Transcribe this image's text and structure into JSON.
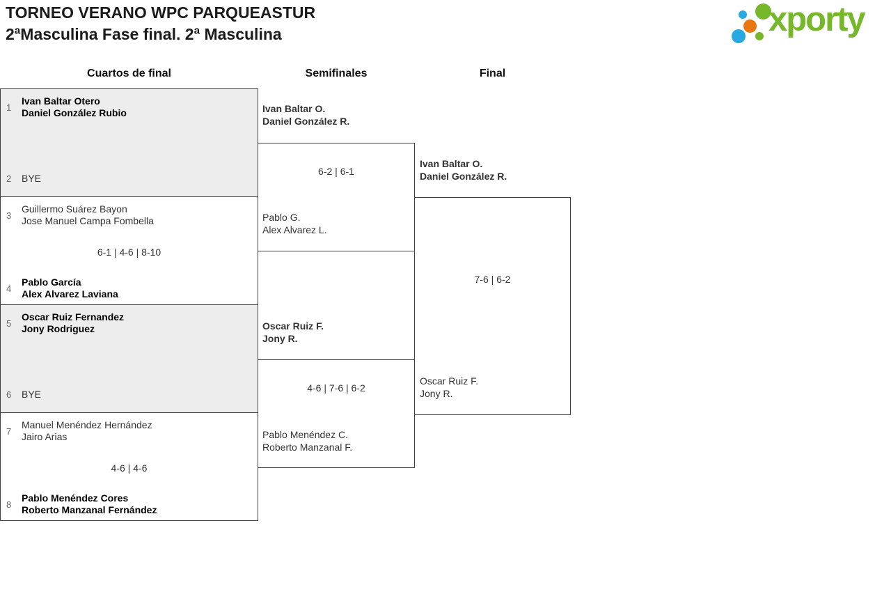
{
  "header": {
    "title": "TORNEO VERANO WPC PARQUEASTUR",
    "subtitle": "2ªMasculina Fase final. 2ª Masculina"
  },
  "logo": {
    "wordmark": "xporty",
    "brand_colors": {
      "green": "#76b82a",
      "blue": "#29a9e1",
      "orange": "#e87611"
    }
  },
  "round_headers": {
    "quarterfinals": "Cuartos de final",
    "semifinals": "Semifinales",
    "final": "Final"
  },
  "bracket": {
    "quarterfinals": [
      {
        "seed_top": "1",
        "team_top": [
          "Ivan Baltar Otero",
          "Daniel González Rubio"
        ],
        "seed_bottom": "2",
        "team_bottom": [
          "BYE"
        ],
        "score": "",
        "winner": "top",
        "bye": true
      },
      {
        "seed_top": "3",
        "team_top": [
          "Guillermo Suárez Bayon",
          "Jose Manuel Campa Fombella"
        ],
        "seed_bottom": "4",
        "team_bottom": [
          "Pablo García",
          "Alex Alvarez Laviana"
        ],
        "score": "6-1 | 4-6 | 8-10",
        "winner": "bottom",
        "bye": false
      },
      {
        "seed_top": "5",
        "team_top": [
          "Oscar Ruiz Fernandez",
          "Jony Rodriguez"
        ],
        "seed_bottom": "6",
        "team_bottom": [
          "BYE"
        ],
        "score": "",
        "winner": "top",
        "bye": true
      },
      {
        "seed_top": "7",
        "team_top": [
          "Manuel Menéndez Hernández",
          "Jairo Arias"
        ],
        "seed_bottom": "8",
        "team_bottom": [
          "Pablo Menéndez Cores",
          "Roberto Manzanal Fernández"
        ],
        "score": "4-6 | 4-6",
        "winner": "bottom",
        "bye": false
      }
    ],
    "semifinals": [
      {
        "team_top": [
          "Ivan Baltar O.",
          "Daniel González R."
        ],
        "team_bottom": [
          "Pablo G.",
          "Alex Alvarez L."
        ],
        "score": "6-2 | 6-1",
        "winner": "top"
      },
      {
        "team_top": [
          "Oscar Ruiz F.",
          "Jony R."
        ],
        "team_bottom": [
          "Pablo Menéndez C.",
          "Roberto Manzanal F."
        ],
        "score": "4-6 | 7-6 | 6-2",
        "winner": "top"
      }
    ],
    "final": {
      "team_top": [
        "Ivan Baltar O.",
        "Daniel González R."
      ],
      "team_bottom": [
        "Oscar Ruiz F.",
        "Jony R."
      ],
      "score": "7-6 | 6-2",
      "winner": "top"
    }
  }
}
